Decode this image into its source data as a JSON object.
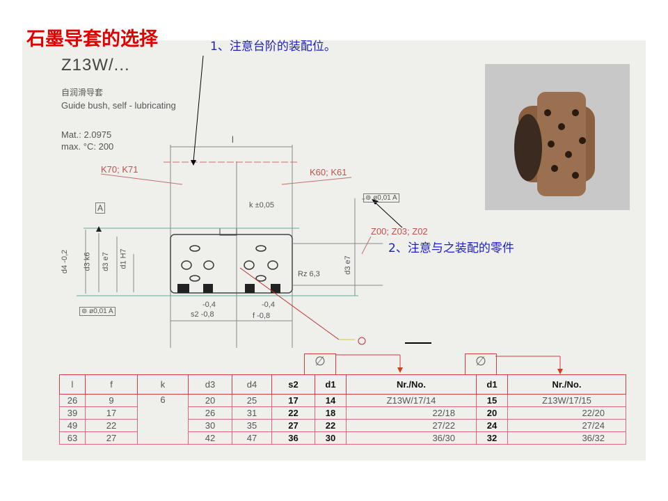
{
  "title": "石墨导套的选择",
  "notes": [
    "1、注意台阶的装配位。",
    "2、注意与之装配的零件"
  ],
  "product": {
    "code": "Z13W/...",
    "name_cn": "自润滑导套",
    "name_en": "Guide bush, self - lubricating",
    "material": "Mat.: 2.0975",
    "max_temp": "max. °C: 200"
  },
  "drawing": {
    "l": "l",
    "k70": "K70; K71",
    "k60": "K60; K61",
    "k_tol": "k ±0,05",
    "datum": "A",
    "tol_frame_top": "⊚ ø0,01 A",
    "tol_frame_bottom": "⊚ ø0,01 A",
    "z00": "Z00; Z03; Z02",
    "rz": "Rz 6,3",
    "s2": "s2 -0,8",
    "s2_top": "-0,4",
    "f": "f -0,8",
    "f_top": "-0,4",
    "d4": "d4 -0,2",
    "d3k6": "d3 k6",
    "d3e7": "d3 e7",
    "d1h7": "d1 H7",
    "d3e7_right": "d3 e7"
  },
  "table": {
    "diameter_symbol": "∅",
    "headers": [
      "l",
      "f",
      "k",
      "d3",
      "d4",
      "s2",
      "d1",
      "Nr./No.",
      "d1",
      "Nr./No."
    ],
    "rows": [
      [
        "26",
        "9",
        "6",
        "20",
        "25",
        "17",
        "14",
        "Z13W/17/14",
        "15",
        "Z13W/17/15"
      ],
      [
        "39",
        "17",
        "",
        "26",
        "31",
        "22",
        "18",
        "22/18",
        "20",
        "22/20"
      ],
      [
        "49",
        "22",
        "",
        "30",
        "35",
        "27",
        "22",
        "27/22",
        "24",
        "27/24"
      ],
      [
        "63",
        "27",
        "",
        "42",
        "47",
        "36",
        "30",
        "36/30",
        "32",
        "36/32"
      ]
    ]
  }
}
